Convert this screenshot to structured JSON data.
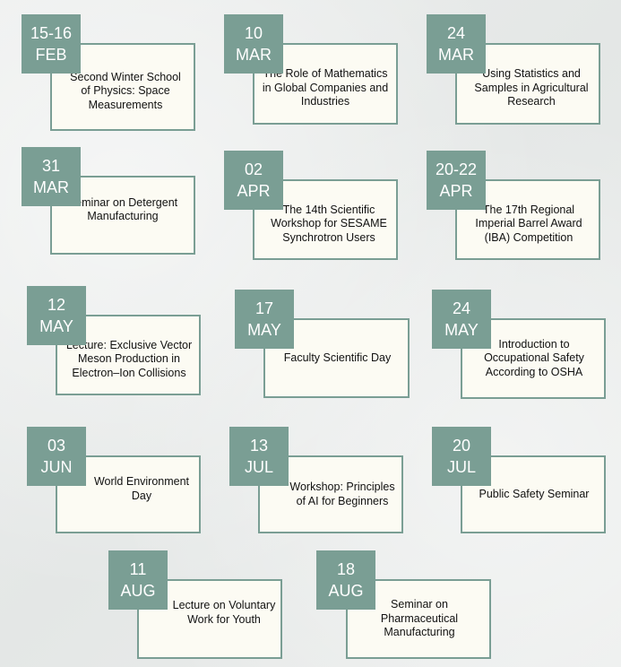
{
  "events": [
    {
      "day": "15-16",
      "month": "FEB",
      "title": "Second Winter School of Physics: Space Measurements"
    },
    {
      "day": "10",
      "month": "MAR",
      "title": "The Role of Mathematics in Global Companies and Industries"
    },
    {
      "day": "24",
      "month": "MAR",
      "title": "Using Statistics and Samples in Agricultural Research"
    },
    {
      "day": "31",
      "month": "MAR",
      "title": "Seminar on Detergent Manufacturing"
    },
    {
      "day": "02",
      "month": "APR",
      "title": "The 14th Scientific Workshop for SESAME Synchrotron Users"
    },
    {
      "day": "20-22",
      "month": "APR",
      "title": "The 17th Regional Imperial Barrel Award (IBA) Competition"
    },
    {
      "day": "12",
      "month": "MAY",
      "title": "Lecture: Exclusive Vector Meson Production in Electron–Ion Collisions"
    },
    {
      "day": "17",
      "month": "MAY",
      "title": "Faculty Scientific  Day"
    },
    {
      "day": "24",
      "month": "MAY",
      "title": "Introduction to Occupational Safety According to OSHA"
    },
    {
      "day": "03",
      "month": "JUN",
      "title": "World Environment Day"
    },
    {
      "day": "13",
      "month": "JUL",
      "title": "Workshop: Principles of AI for Beginners"
    },
    {
      "day": "20",
      "month": "JUL",
      "title": "Public Safety Seminar"
    },
    {
      "day": "11",
      "month": "AUG",
      "title": "Lecture on Voluntary Work for Youth"
    },
    {
      "day": "18",
      "month": "AUG",
      "title": "Seminar on Pharmaceutical Manufacturing"
    }
  ],
  "colors": {
    "accent": "#7a9e94",
    "card_background": "#fcfbf3",
    "page_background": "#e9ebea"
  }
}
